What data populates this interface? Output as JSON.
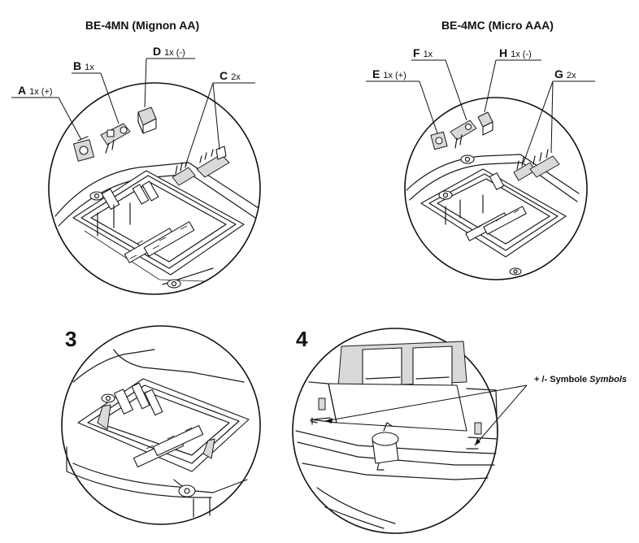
{
  "panels": {
    "aa": {
      "heading": "BE-4MN (Mignon AA)",
      "parts": [
        {
          "letter": "A",
          "qty": "1x (+)"
        },
        {
          "letter": "B",
          "qty": "1x"
        },
        {
          "letter": "C",
          "qty": "2x"
        },
        {
          "letter": "D",
          "qty": "1x (-)"
        }
      ]
    },
    "aaa": {
      "heading": "BE-4MC (Micro AAA)",
      "parts": [
        {
          "letter": "E",
          "qty": "1x (+)"
        },
        {
          "letter": "F",
          "qty": "1x"
        },
        {
          "letter": "G",
          "qty": "2x"
        },
        {
          "letter": "H",
          "qty": "1x (-)"
        }
      ]
    },
    "step3": {
      "number": "3"
    },
    "step4": {
      "number": "4",
      "callout_prefix": "+ /- Symbole ",
      "callout_italic": "Symbols"
    }
  },
  "colors": {
    "line": "#1a1a1a",
    "part_fill": "#d9d9d9",
    "background": "#ffffff"
  }
}
